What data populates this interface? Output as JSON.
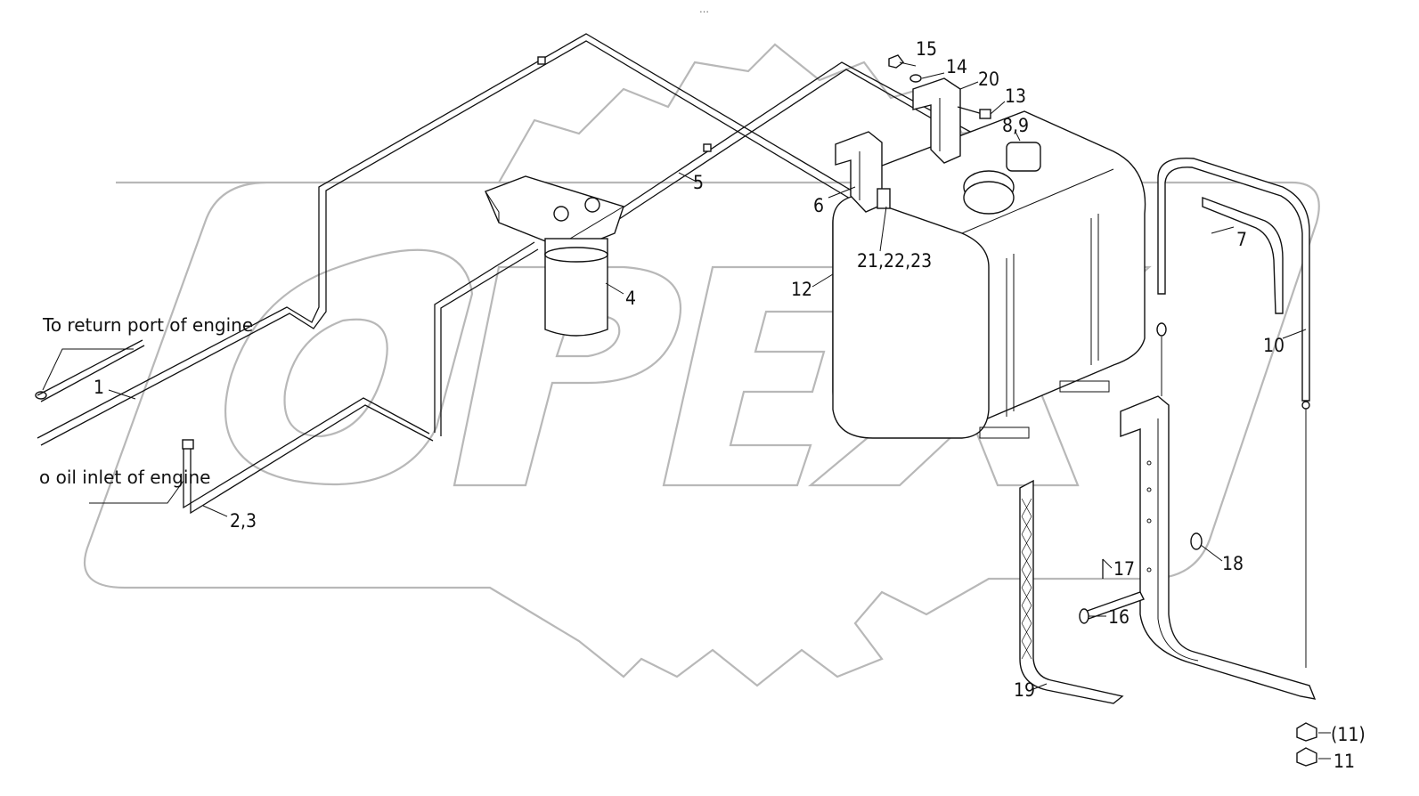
{
  "header": {
    "indicator": "…"
  },
  "watermark": {
    "text": "OPEX",
    "color": "#b8b8b8"
  },
  "annotations": {
    "return_port": "To return port of engine",
    "oil_inlet": "o oil inlet of engine"
  },
  "callouts": {
    "c1": "1",
    "c23": "2,3",
    "c4": "4",
    "c5": "5",
    "c6": "6",
    "c7": "7",
    "c89": "8,9",
    "c10": "10",
    "c11": "11",
    "c11b": "(11)",
    "c12": "12",
    "c13": "13",
    "c14": "14",
    "c15": "15",
    "c16": "16",
    "c17": "17",
    "c18": "18",
    "c19": "19",
    "c20": "20",
    "c212223": "21,22,23"
  },
  "colors": {
    "line": "#111111",
    "background": "#ffffff"
  }
}
